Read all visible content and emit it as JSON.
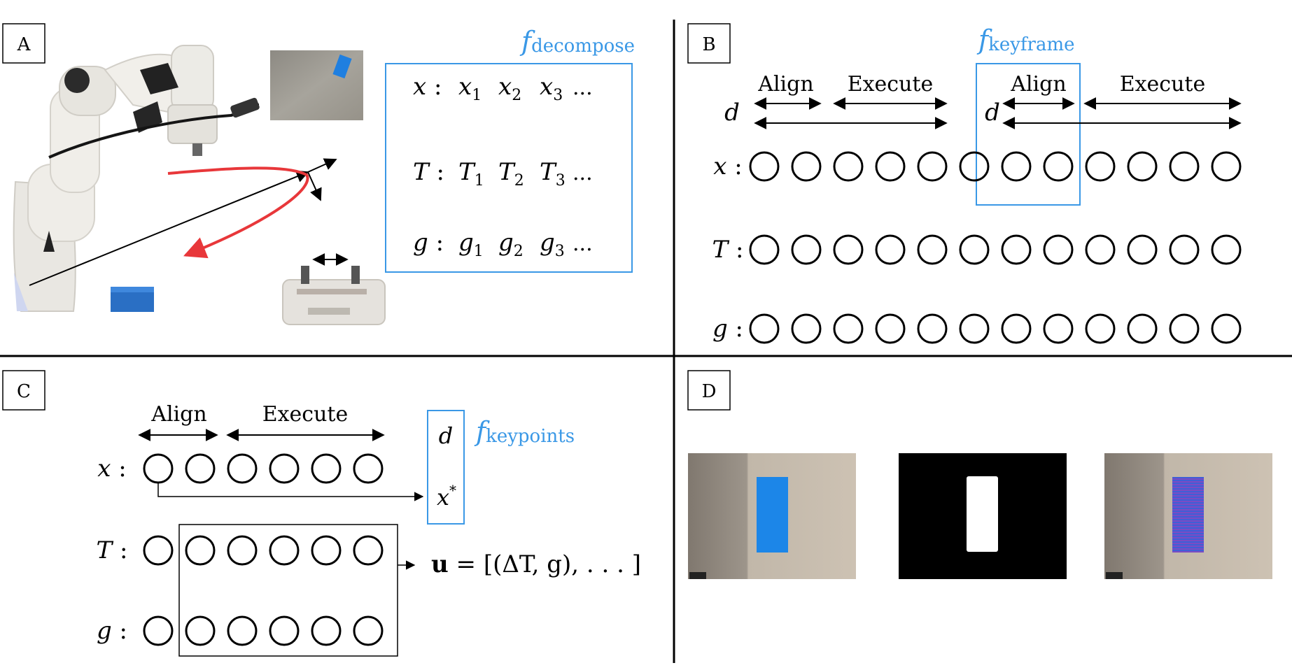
{
  "panels": {
    "A": {
      "label": "A",
      "function": {
        "f": "f",
        "sub": "decompose"
      },
      "rows": [
        {
          "var": "x",
          "items": [
            "x",
            "x",
            "x"
          ],
          "subs": [
            "1",
            "2",
            "3"
          ],
          "ellipsis": "..."
        },
        {
          "var": "T",
          "items": [
            "T",
            "T",
            "T"
          ],
          "subs": [
            "1",
            "2",
            "3"
          ],
          "ellipsis": "..."
        },
        {
          "var": "g",
          "items": [
            "g",
            "g",
            "g"
          ],
          "subs": [
            "1",
            "2",
            "3"
          ],
          "ellipsis": "..."
        }
      ]
    },
    "B": {
      "label": "B",
      "function": {
        "f": "f",
        "sub": "keyframe"
      },
      "phase_labels": [
        "Align",
        "Execute",
        "Align",
        "Execute"
      ],
      "d_label": "d",
      "rows": [
        "x",
        "T",
        "g"
      ],
      "circles_per_row": 12
    },
    "C": {
      "label": "C",
      "function": {
        "f": "f",
        "sub": "keypoints"
      },
      "phase_labels": [
        "Align",
        "Execute"
      ],
      "rows": [
        "x",
        "T",
        "g"
      ],
      "circles_per_row": 6,
      "box_items": [
        "d",
        "x"
      ],
      "star": "*",
      "u_bold": "u",
      "equation": "= [(ΔT, g), . . . ]"
    },
    "D": {
      "label": "D"
    }
  },
  "colors": {
    "accent": "#3a98e6",
    "trajectory": "#e8373a",
    "block": "#2a6fc4",
    "mask": "#000000"
  }
}
